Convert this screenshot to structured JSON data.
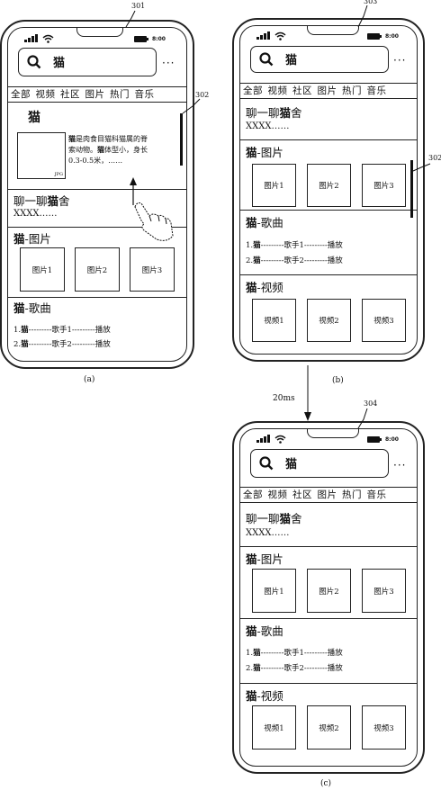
{
  "search_query": "猫",
  "more_label": "···",
  "status_time": "8:00",
  "tabs": [
    "全部",
    "视频",
    "社区",
    "图片",
    "热门",
    "音乐"
  ],
  "refs": {
    "r301": "301",
    "r302": "302",
    "r303": "303",
    "r302b": "302",
    "r304": "304"
  },
  "captions": {
    "a": "(a)",
    "b": "(b)",
    "c": "(c)",
    "transition": "20ms"
  },
  "card": {
    "title": "猫",
    "img_label": "JPG",
    "line1_b": "猫",
    "line1": "是肉食目猫科猫属的脊",
    "line2": "索动物。",
    "line2_b": "猫",
    "line2_tail": "体型小，身长",
    "line3": "0.3-0.5米，……"
  },
  "chat": {
    "title_pre": "聊一聊",
    "title_b": "猫",
    "title_post": "舍",
    "subtitle": "XXXX……"
  },
  "pictures": {
    "title_b": "猫",
    "title": "-图片",
    "items": [
      "图片1",
      "图片2",
      "图片3"
    ]
  },
  "songs": {
    "title_b": "猫",
    "title": "-歌曲",
    "rows": [
      {
        "n": "1.",
        "b": "猫",
        "rest": "---------歌手1---------播放"
      },
      {
        "n": "2.",
        "b": "猫",
        "rest": "---------歌手2---------播放"
      }
    ]
  },
  "videos": {
    "title_b": "猫",
    "title": "-视频",
    "items": [
      "视频1",
      "视频2",
      "视频3"
    ]
  }
}
